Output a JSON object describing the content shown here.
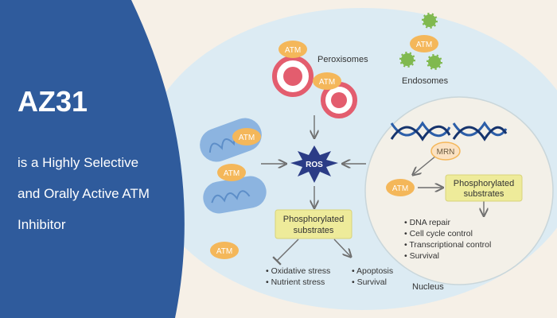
{
  "title": "AZ31",
  "subtitle_lines": [
    "is a Highly Selective",
    "and Orally Active ATM",
    "Inhibitor"
  ],
  "atm_label": "ATM",
  "labels": {
    "peroxisomes": "Peroxisomes",
    "endosomes": "Endosomes",
    "ros": "ROS",
    "mrn": "MRN",
    "nucleus": "Nucleus"
  },
  "phos_box_cyto": [
    "Phosphorylated",
    "substrates"
  ],
  "phos_box_nuc": [
    "Phosphorylated",
    "substrates"
  ],
  "nucleus_effects": [
    "• DNA repair",
    "• Cell cycle control",
    "• Transcriptional control",
    "• Survival"
  ],
  "stress_effects": [
    "• Oxidative stress",
    "• Nutrient stress"
  ],
  "outcome_effects": [
    "• Apoptosis",
    "• Survival"
  ],
  "colors": {
    "background": "#f6f0e7",
    "left_panel": "#2f5b9c",
    "cell": "#dcebf3",
    "nucleus": "#f3f0e8",
    "atm_badge": "#f4b75a",
    "box": "#eeeb9a",
    "mito": "#8cb4e0",
    "peroxisome": "#e35d6e",
    "endosome": "#80b94f",
    "ros": "#2b3c86",
    "dna_blue": "#2c5ea8",
    "dna_dark": "#16346d",
    "arrow": "#6e6e6e"
  }
}
